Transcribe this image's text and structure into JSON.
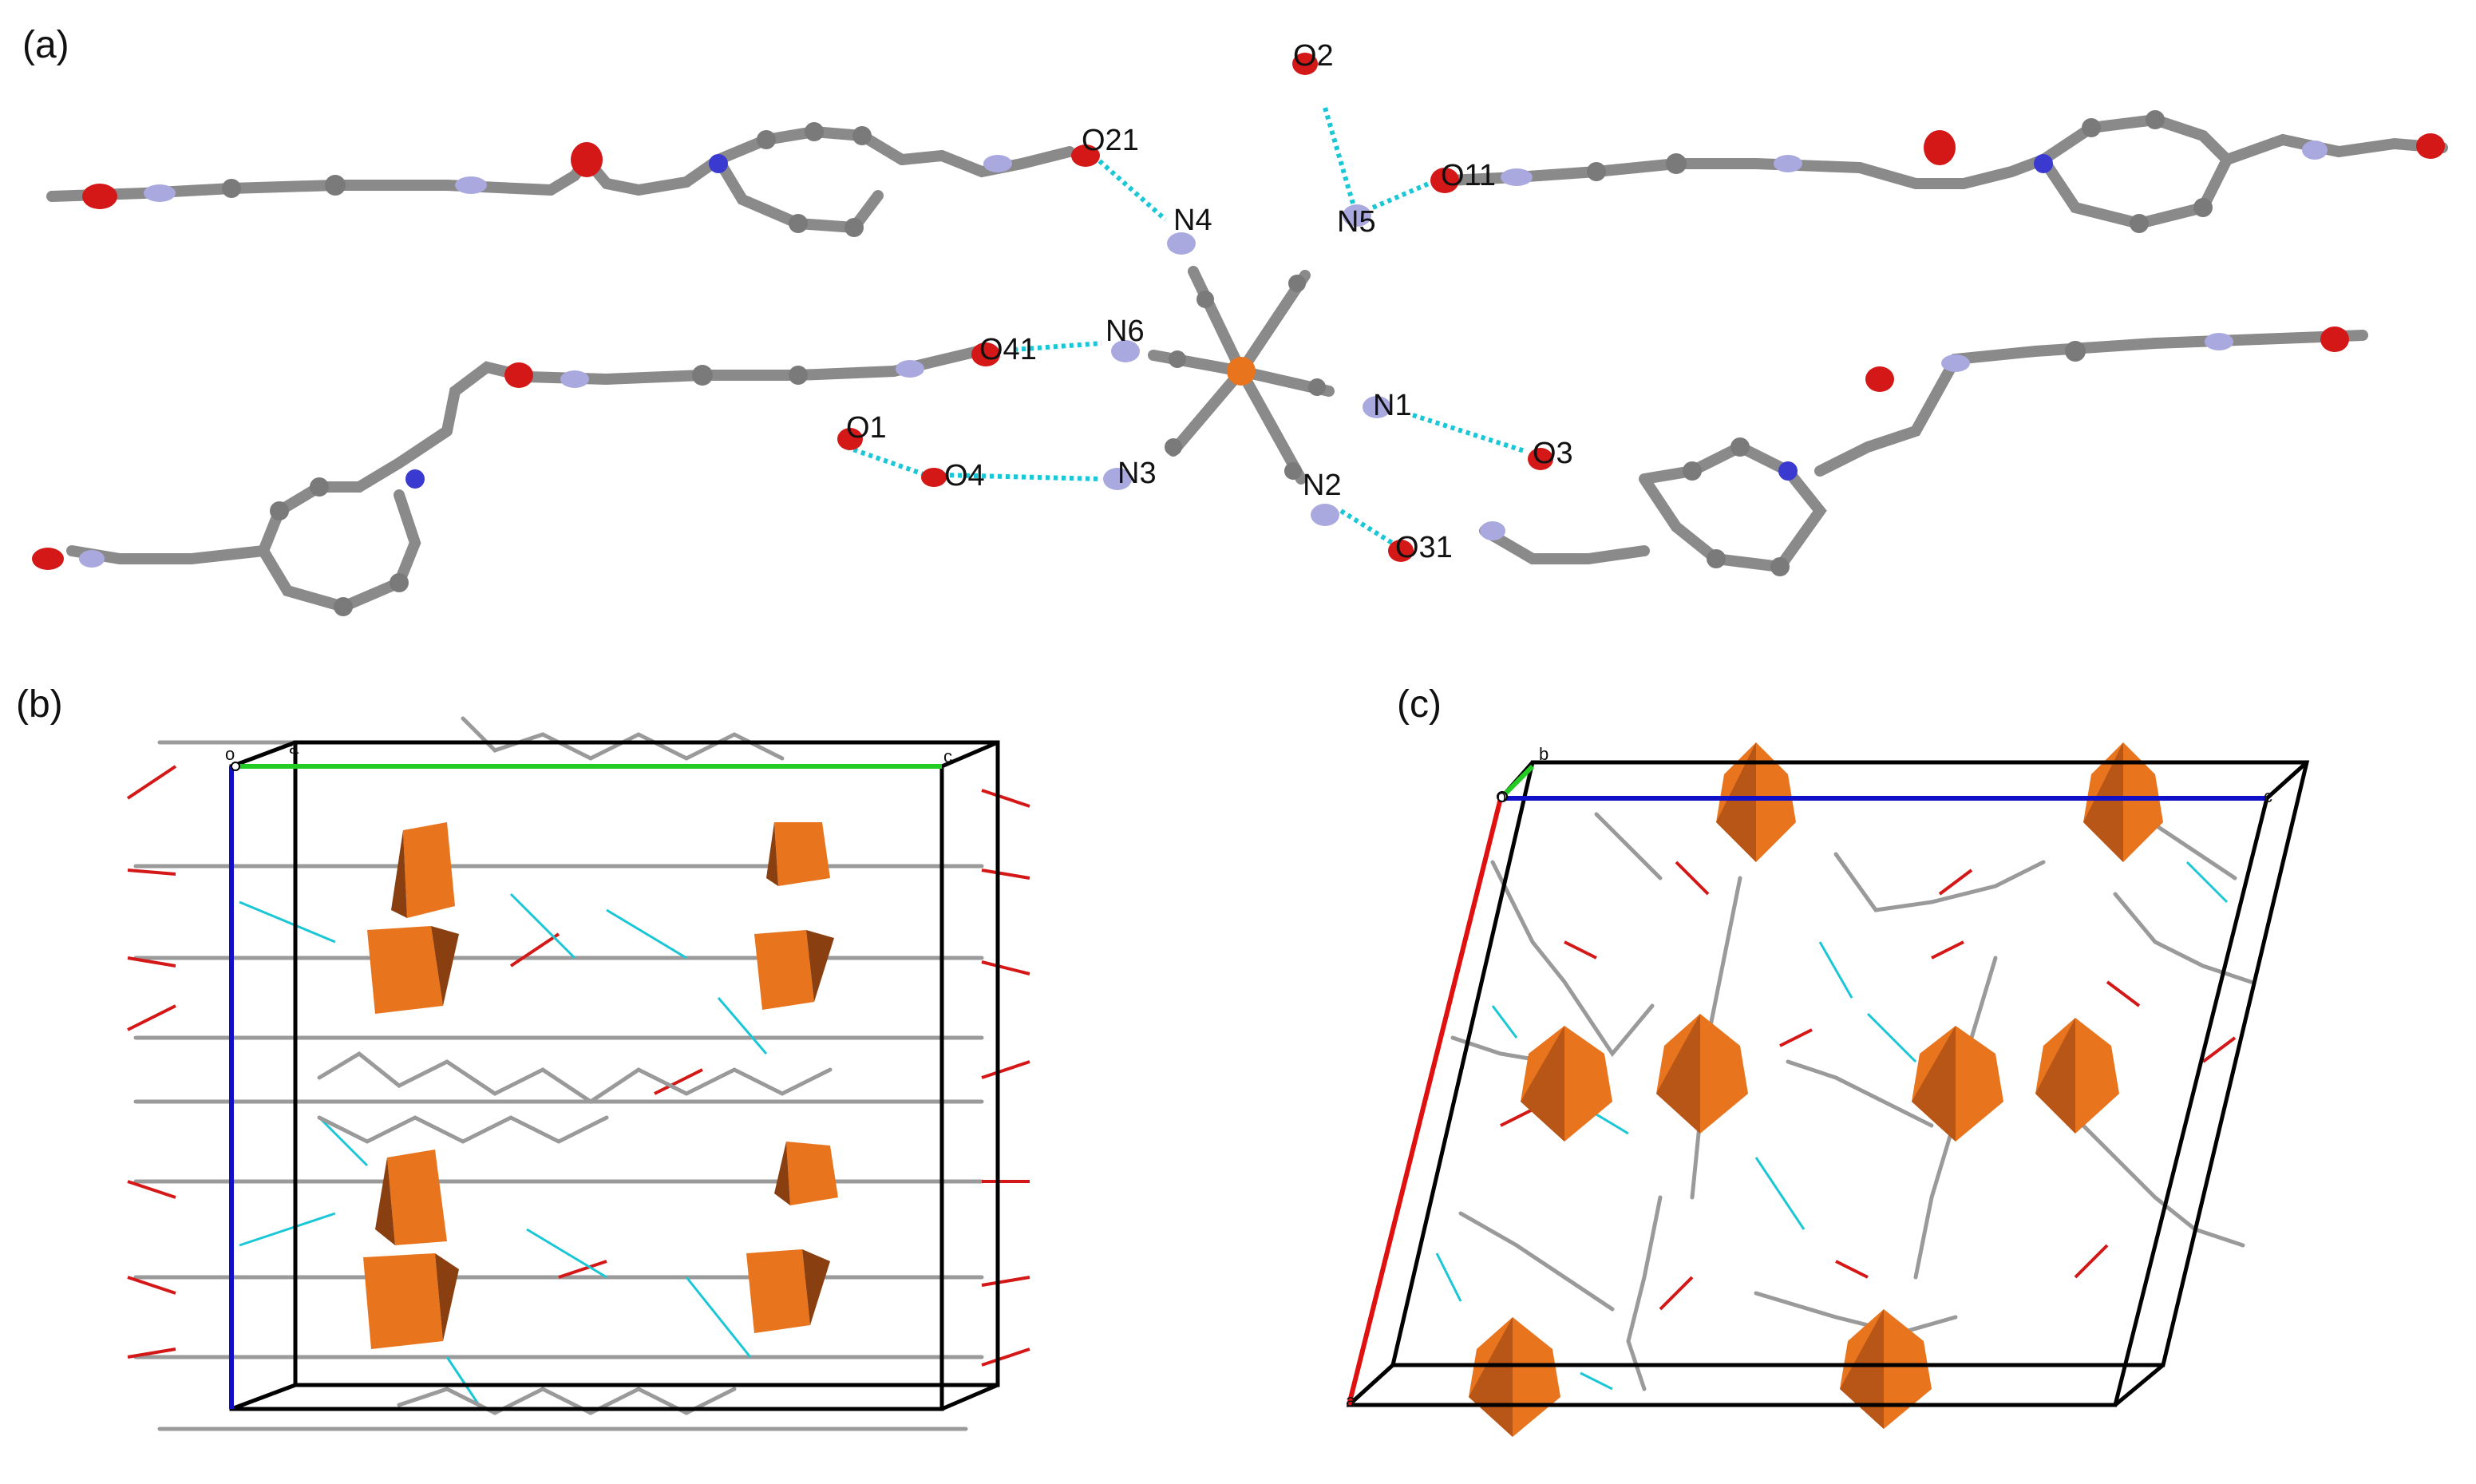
{
  "panels": {
    "a": {
      "label": "(a)"
    },
    "b": {
      "label": "(b)"
    },
    "c": {
      "label": "(c)"
    }
  },
  "atom_labels": {
    "O2": "O2",
    "O21": "O21",
    "O11": "O11",
    "N4": "N4",
    "N5": "N5",
    "O41": "O41",
    "N6": "N6",
    "N1": "N1",
    "O1": "O1",
    "O3": "O3",
    "O4": "O4",
    "N3": "N3",
    "N2": "N2",
    "O31": "O31"
  },
  "axis_letters": {
    "b_panel": {
      "origin": "o",
      "a": "a",
      "c": "c"
    },
    "c_panel": {
      "origin": "o",
      "b": "b",
      "c": "c",
      "a": "a"
    }
  },
  "colors": {
    "carbon": "#7a7a7a",
    "nitrogen": "#a9a9e0",
    "oxygen": "#d41818",
    "hydrogen": "#d8d8d8",
    "metal": "#e8741e",
    "hbond": "#19c7d6",
    "axis_a": "#e01010",
    "axis_b": "#22cc22",
    "axis_c": "#1010c8",
    "cell": "#000000"
  }
}
